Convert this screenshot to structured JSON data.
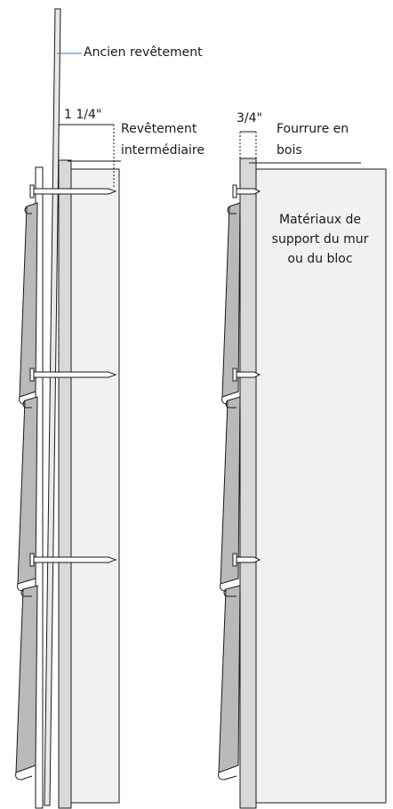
{
  "labels": {
    "old_siding": "Ancien revêtement",
    "gap_left": "1 1/4\"",
    "intermediate_l1": "Revêtement",
    "intermediate_l2": "intermédiaire",
    "gap_right": "3/4\"",
    "furring_l1": "Fourrure en",
    "furring_l2": "bois",
    "wall_l1": "Matériaux de",
    "wall_l2": "support du mur",
    "wall_l3": "ou du bloc"
  },
  "colors": {
    "stroke": "#1a1a1a",
    "panel_fill": "#b9b9b9",
    "strip_fill": "#d8d8d8",
    "wall_fill": "#f1f1f1",
    "leader_blue": "#2f7fc4",
    "background": "#ffffff"
  },
  "icons": [
    "nail-icon",
    "siding-panel-icon"
  ]
}
